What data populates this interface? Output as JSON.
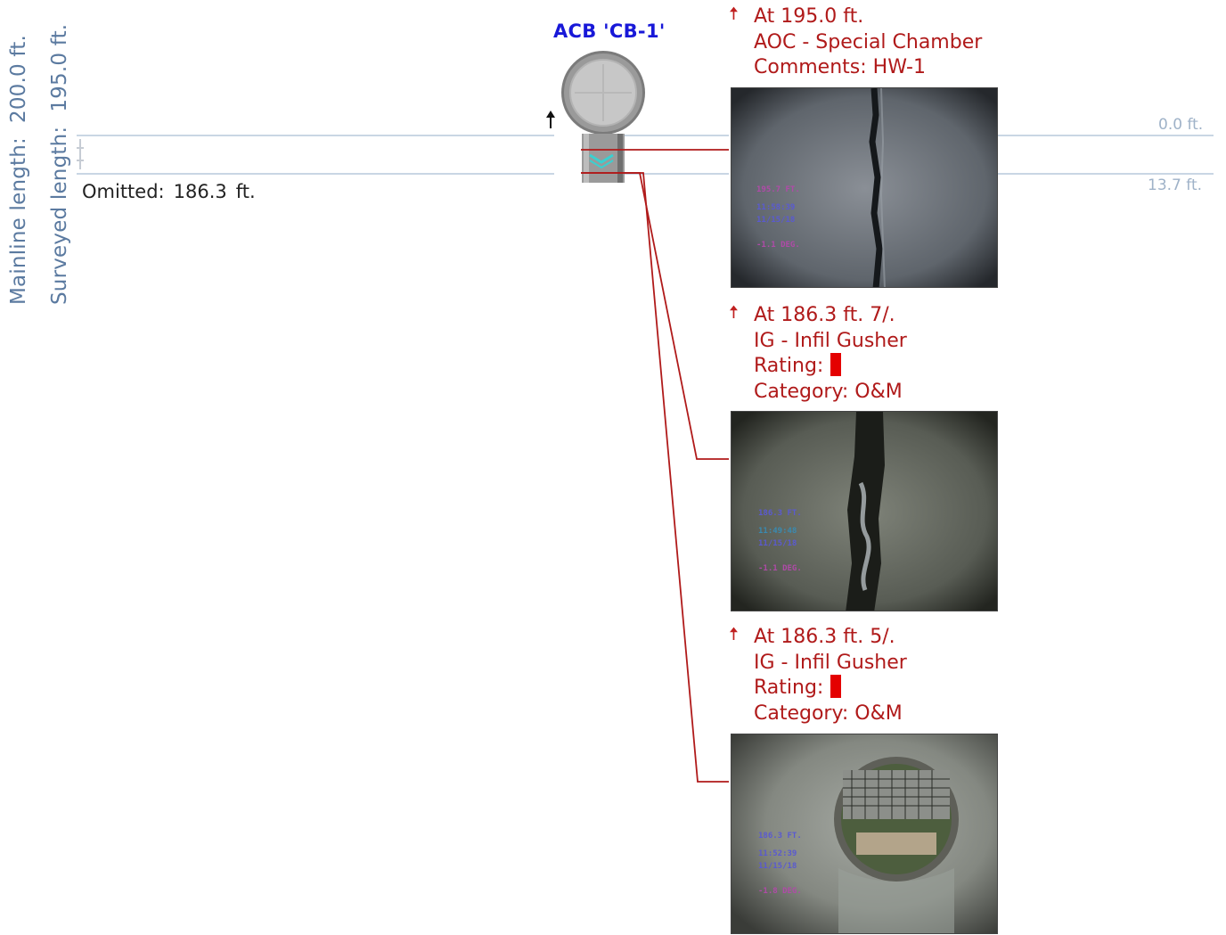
{
  "mainline": {
    "label": "Mainline  length:",
    "value": "200.0 ft."
  },
  "surveyed": {
    "label": "Surveyed length:",
    "value": "195.0 ft."
  },
  "omitted": {
    "label": "Omitted:",
    "value": "186.3",
    "unit": "ft."
  },
  "manhole": {
    "title": "ACB 'CB-1'"
  },
  "depth_marks": {
    "top": "0.0 ft.",
    "bottom": "13.7 ft."
  },
  "observations": [
    {
      "lines": [
        "At 195.0 ft.",
        "AOC - Special Chamber",
        "Comments: HW-1"
      ],
      "photo_overlay": [
        "195.7 FT.",
        "11:58:39",
        "11/15/18",
        "-1.1 DEG."
      ]
    },
    {
      "lines": [
        "At 186.3 ft. 7/.",
        "IG - Infil Gusher",
        "Rating:",
        "Category: O&M"
      ],
      "photo_overlay": [
        "186.3 FT.",
        "11:49:48",
        "11/15/18",
        "-1.1 DEG."
      ]
    },
    {
      "lines": [
        "At 186.3 ft. 5/.",
        "IG - Infil Gusher",
        "Rating:",
        "Category: O&M"
      ],
      "photo_overlay": [
        "186.3 FT.",
        "11:52:39",
        "11/15/18",
        "-1.8 DEG."
      ]
    }
  ],
  "colors": {
    "pipe_line": "#a9bdd4",
    "obs_text": "#b01a1a",
    "leader": "#b01a1a",
    "title": "#1818d8",
    "rating": "#e40000"
  }
}
